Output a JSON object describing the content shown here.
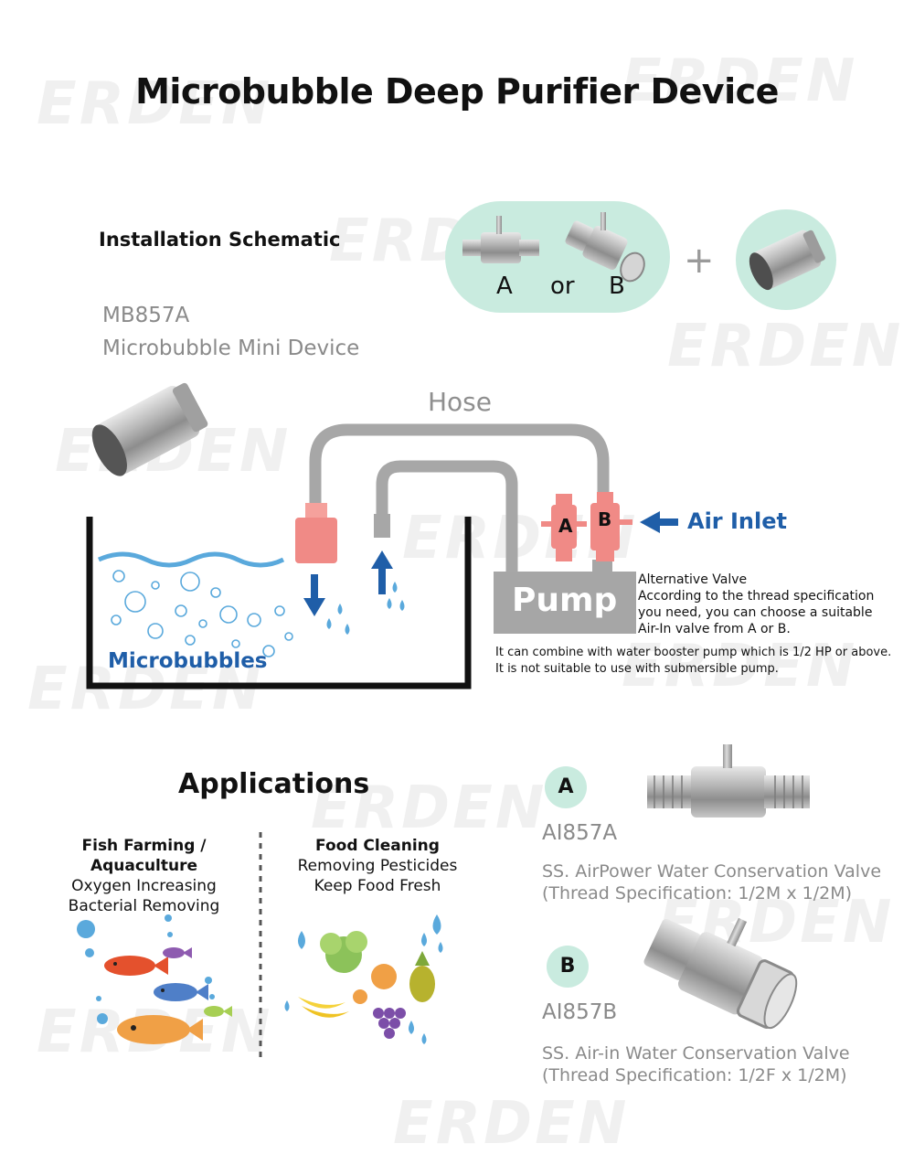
{
  "title": "Microbubble Deep Purifier Device",
  "installation": {
    "label": "Installation Schematic",
    "option_a": "A",
    "option_or": "or",
    "option_b": "B",
    "plus": "+"
  },
  "device": {
    "model": "MB857A",
    "name": "Microbubble Mini Device"
  },
  "diagram": {
    "hose_label": "Hose",
    "pump_label": "Pump",
    "valve_a": "A",
    "valve_b": "B",
    "air_inlet_label": "Air Inlet",
    "microbubbles_label": "Microbubbles",
    "alt_valve_title": "Alternative Valve",
    "alt_valve_line1": "According to the thread specification",
    "alt_valve_line2": "you need, you can choose a suitable",
    "alt_valve_line3": "Air-In valve from A or B.",
    "pump_note_line1": "It can combine with water booster pump which is 1/2 HP or above.",
    "pump_note_line2": "It is not suitable to use with submersible pump."
  },
  "applications": {
    "title": "Applications",
    "columns": [
      {
        "heading": "Fish Farming / Aquaculture",
        "line1": "Oxygen Increasing",
        "line2": "Bacterial Removing"
      },
      {
        "heading": "Food Cleaning",
        "line1": "Removing Pesticides",
        "line2": "Keep Food Fresh"
      }
    ]
  },
  "products": [
    {
      "badge": "A",
      "code": "AI857A",
      "desc1": "SS. AirPower Water Conservation Valve",
      "desc2": "(Thread Specification: 1/2M x 1/2M)"
    },
    {
      "badge": "B",
      "code": "AI857B",
      "desc1": "SS. Air-in Water Conservation Valve",
      "desc2": "(Thread Specification: 1/2F x 1/2M)"
    }
  ],
  "watermark": "ERDEN",
  "colors": {
    "accent_green": "#c9ebdf",
    "hose_gray": "#a7a7a7",
    "pump_gray": "#a6a6a6",
    "valve_pink": "#f08a86",
    "water_blue": "#5aa9dc",
    "arrow_blue": "#1f5ea8"
  }
}
